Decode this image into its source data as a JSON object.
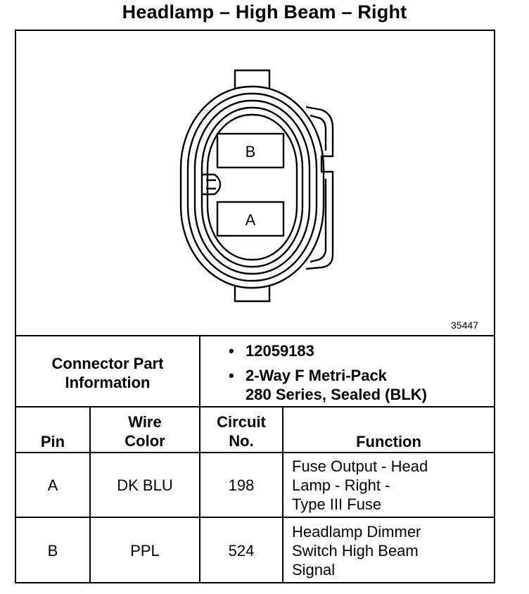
{
  "title": "Headlamp – High Beam – Right",
  "diagram": {
    "pin_top_label": "B",
    "pin_bottom_label": "A",
    "figure_number": "35447"
  },
  "connector_info": {
    "label_line1": "Connector Part",
    "label_line2": "Information",
    "part_number": "12059183",
    "description_line1": "2-Way F Metri-Pack",
    "description_line2": "280 Series, Sealed (BLK)"
  },
  "table": {
    "headers": {
      "pin": "Pin",
      "wire_color_line1": "Wire",
      "wire_color_line2": "Color",
      "circuit_line1": "Circuit",
      "circuit_line2": "No.",
      "function": "Function"
    },
    "rows": [
      {
        "pin": "A",
        "wire_color": "DK BLU",
        "circuit": "198",
        "function_lines": [
          "Fuse Output - Head",
          "Lamp - Right -",
          "Type III Fuse"
        ]
      },
      {
        "pin": "B",
        "wire_color": "PPL",
        "circuit": "524",
        "function_lines": [
          "Headlamp Dimmer",
          "Switch High Beam",
          "Signal"
        ]
      }
    ]
  }
}
